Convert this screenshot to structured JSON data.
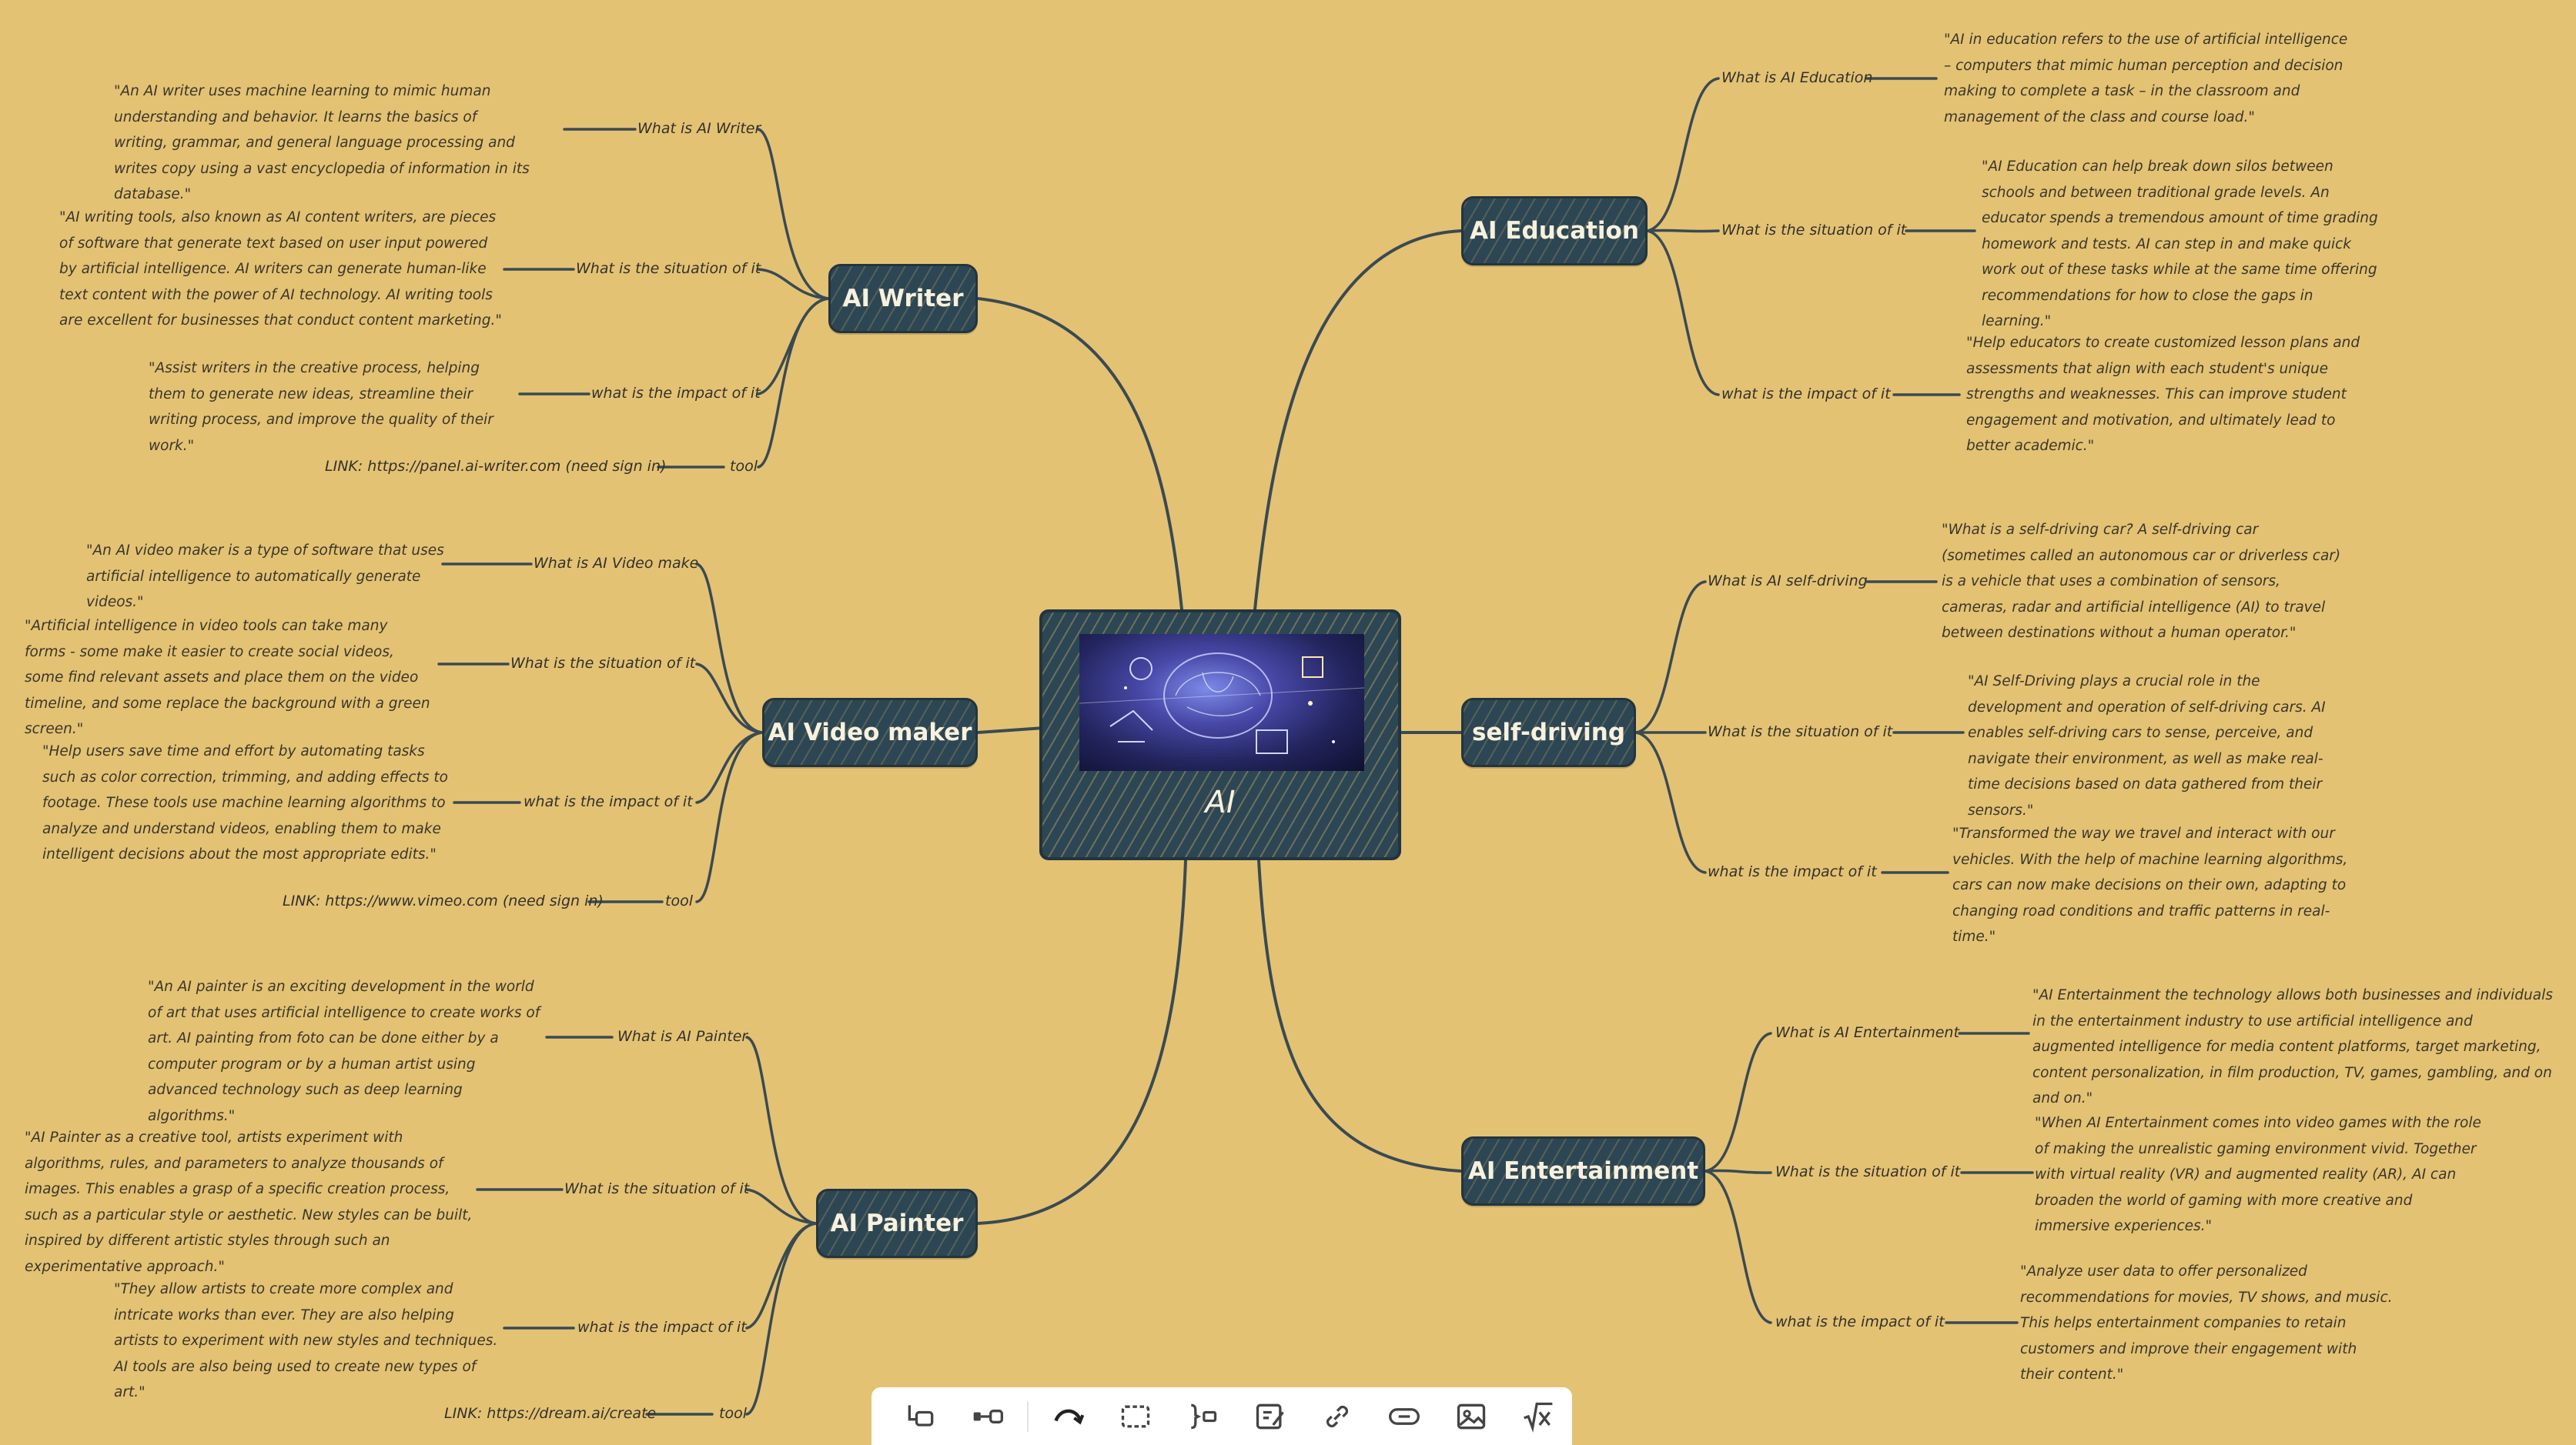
{
  "root": {
    "label": "AI"
  },
  "branches": {
    "writer": {
      "title": "AI Writer",
      "q1": "What is AI Writer",
      "q2": "What is the situation of it",
      "q3": "what is the impact of it",
      "q4": "tool",
      "a1": "\"An AI writer uses machine learning to mimic human understanding and behavior. It learns the basics of writing, grammar, and general language processing and writes copy using a vast encyclopedia of information in its database.\"",
      "a2": "\"AI writing tools, also known as AI content writers, are pieces of software that generate text based on user input powered by artificial intelligence. AI writers can generate human-like text content with the power of AI technology. AI writing tools are excellent for businesses that conduct content marketing.\"",
      "a3": "\"Assist writers in the creative process, helping them to generate new ideas, streamline their writing process, and improve the quality of their work.\"",
      "a4": "LINK: https://panel.ai-writer.com (need sign in)"
    },
    "video": {
      "title": "AI Video maker",
      "q1": "What is AI Video make",
      "q2": "What is the situation of it",
      "q3": "what is the impact of it",
      "q4": "tool",
      "a1": "\"An AI video maker is a type of software that uses artificial intelligence to automatically generate videos.\"",
      "a2": "\"Artificial intelligence in video tools can take many forms - some make it easier to create social videos, some find relevant assets and place them on the video timeline, and some replace the background with a green screen.\"",
      "a3": "\"Help users save time and effort by automating tasks such as color correction, trimming, and adding effects to footage. These tools use machine learning algorithms to analyze and understand videos, enabling them to make intelligent decisions about the most appropriate edits.\"",
      "a4": "LINK: https://www.vimeo.com (need sign in)"
    },
    "painter": {
      "title": "AI Painter",
      "q1": "What is AI Painter",
      "q2": "What is the situation of it",
      "q3": "what is the impact of it",
      "q4": "tool",
      "a1": "\"An AI painter is an exciting development in the world of art that uses artificial intelligence to create works of art. AI painting from foto can be done either by a computer program or by a human artist using advanced technology such as deep learning algorithms.\"",
      "a2": "\"AI Painter as a creative tool, artists experiment with algorithms, rules, and parameters to analyze thousands of images. This enables a grasp of a specific creation process, such as a particular style or aesthetic. New styles can be built, inspired by different artistic styles through such an experimentative approach.\"",
      "a3": "\"They allow artists to create more complex and intricate works than ever. They are also helping artists to experiment with new styles and techniques. AI tools are also being used to create new types of art.\"",
      "a4": "LINK: https://dream.ai/create"
    },
    "education": {
      "title": "AI Education",
      "q1": "What is AI Education",
      "q2": "What is the situation of it",
      "q3": "what is the impact of it",
      "a1": "\"AI in education refers to the use of artificial intelligence – computers that mimic human perception and decision making to complete a task – in the classroom and management of the class and course load.\"",
      "a2": "\"AI Education can help break down silos between schools and between traditional grade levels. An educator spends a tremendous amount of time grading homework and tests. AI can step in and make quick work out of these tasks while at the same time offering recommendations for how to close the gaps in learning.\"",
      "a3": "\"Help educators to create customized lesson plans and assessments that align with each student's unique strengths and weaknesses. This can improve student engagement and motivation, and ultimately lead to better academic.\""
    },
    "driving": {
      "title": "self-driving",
      "q1": "What is AI self-driving",
      "q2": "What is the situation of it",
      "q3": "what is the impact of it",
      "a1": "\"What is a self-driving car? A self-driving car (sometimes called an autonomous car or driverless car) is a vehicle that uses a combination of sensors, cameras, radar and artificial intelligence (AI) to travel between destinations without a human operator.\"",
      "a2": "\"AI Self-Driving plays a crucial role in the development and operation of self-driving cars. AI enables self-driving cars to sense, perceive, and navigate their environment, as well as make real-time decisions based on data gathered from their sensors.\"",
      "a3": "\"Transformed the way we travel and interact with our vehicles. With the help of machine learning algorithms, cars can now make decisions on their own, adapting to changing road conditions and traffic patterns in real-time.\""
    },
    "entertainment": {
      "title": "AI Entertainment",
      "q1": "What is AI Entertainment",
      "q2": "What is the situation of it",
      "q3": "what is the impact of it",
      "a1": "\"AI Entertainment the technology allows both businesses and individuals in the entertainment industry to use artificial intelligence and augmented intelligence for media content platforms, target marketing, content personalization, in film production, TV, games, gambling, and on and on.\"",
      "a2": "\"When AI Entertainment comes into video games with the role of making the unrealistic gaming environment vivid. Together with virtual reality (VR) and augmented reality (AR), AI can broaden the world of gaming with more creative and immersive experiences.\"",
      "a3": "\"Analyze user data to offer personalized recommendations for movies, TV shows, and music. This helps entertainment companies to retain customers and improve their engagement with their content.\""
    }
  },
  "toolbar": {
    "items": [
      "sibling-topic-icon",
      "child-topic-icon",
      "relationship-icon",
      "boundary-icon",
      "summary-icon",
      "note-icon",
      "link-icon",
      "hyperlink-icon",
      "image-icon",
      "equation-icon"
    ]
  },
  "colors": {
    "background": "#e3c274",
    "node": "#2d4653",
    "line": "#3a4a52"
  }
}
